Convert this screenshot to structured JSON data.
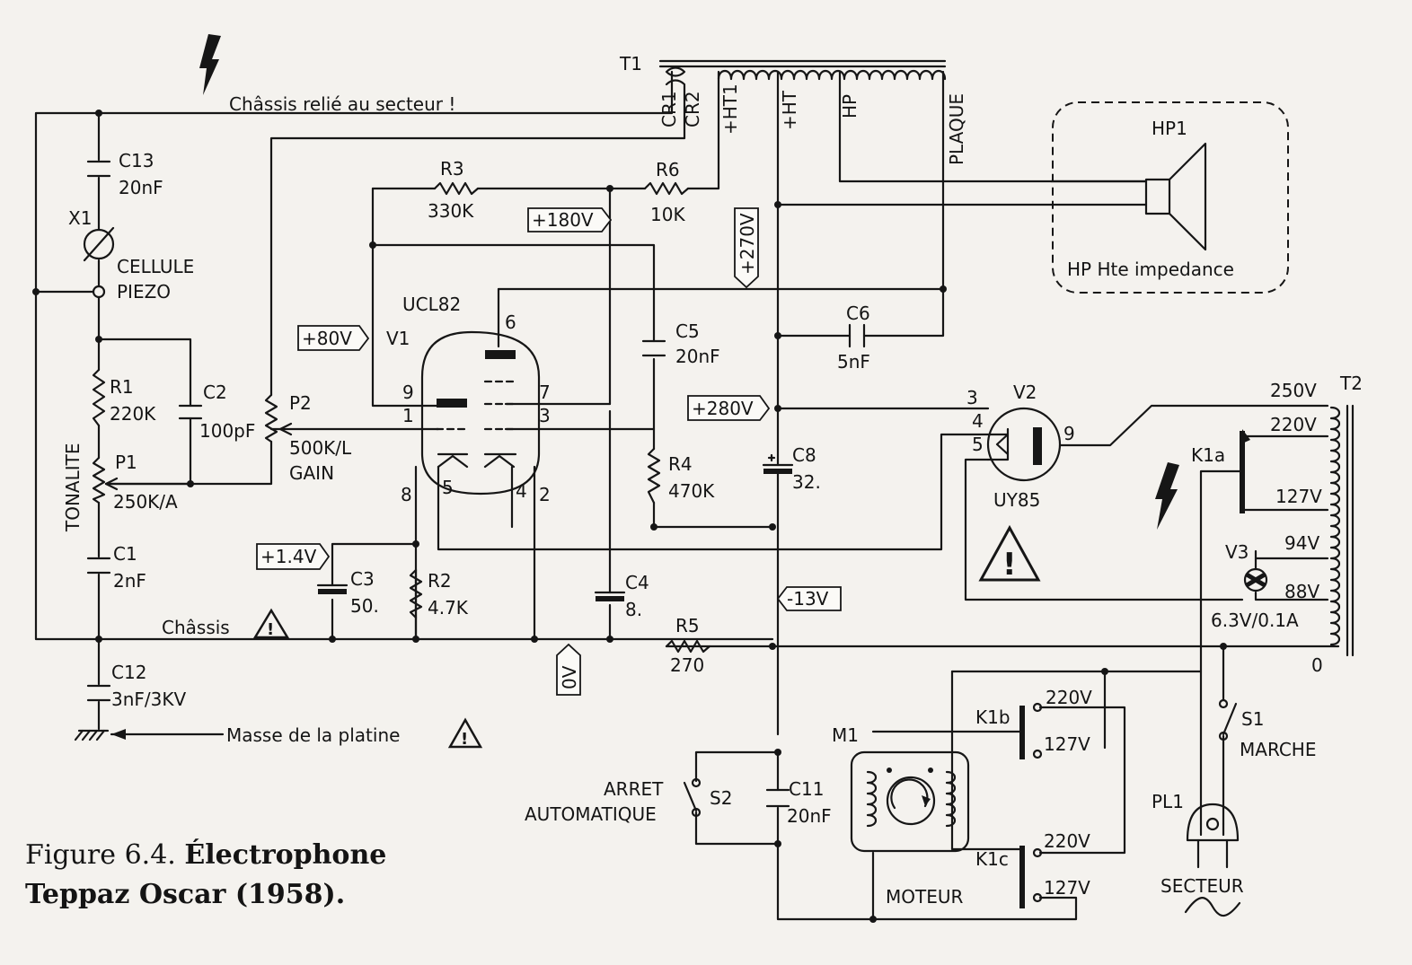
{
  "warnings": {
    "chassis_mains": "Châssis relié au secteur !",
    "chassis": "Châssis",
    "masse": "Masse de la platine"
  },
  "caption": {
    "prefix": "Figure 6.4. ",
    "title_line1": "Électrophone",
    "title_line2": "Teppaz Oscar (1958)."
  },
  "transformers": {
    "t1": {
      "ref": "T1",
      "pins": [
        "CR1",
        "CR2",
        "+HT1",
        "+HT",
        "HP",
        "PLAQUE"
      ]
    },
    "t2": {
      "ref": "T2",
      "taps": [
        "250V",
        "220V",
        "127V",
        "94V",
        "88V",
        "6.3V/0.1A",
        "0"
      ]
    }
  },
  "speaker": {
    "ref": "HP1",
    "label": "HP Hte impedance"
  },
  "cartridge": {
    "ref": "X1",
    "line1": "CELLULE",
    "line2": "PIEZO"
  },
  "tone_label": "TONALITE",
  "tubes": {
    "v1": {
      "ref": "V1",
      "type": "UCL82",
      "pins": [
        "6",
        "9",
        "1",
        "7",
        "3",
        "8",
        "5",
        "4",
        "2"
      ]
    },
    "v2": {
      "ref": "V2",
      "type": "UY85",
      "pins": [
        "3",
        "4",
        "5",
        "9"
      ]
    },
    "v3": {
      "ref": "V3"
    }
  },
  "resistors": [
    {
      "ref": "R1",
      "value": "220K"
    },
    {
      "ref": "R2",
      "value": "4.7K"
    },
    {
      "ref": "R3",
      "value": "330K"
    },
    {
      "ref": "R4",
      "value": "470K"
    },
    {
      "ref": "R5",
      "value": "270"
    },
    {
      "ref": "R6",
      "value": "10K"
    }
  ],
  "pots": [
    {
      "ref": "P1",
      "value": "250K/A"
    },
    {
      "ref": "P2",
      "value": "500K/L",
      "extra": "GAIN"
    }
  ],
  "capacitors": [
    {
      "ref": "C1",
      "value": "2nF"
    },
    {
      "ref": "C2",
      "value": "100pF"
    },
    {
      "ref": "C3",
      "value": "50."
    },
    {
      "ref": "C4",
      "value": "8."
    },
    {
      "ref": "C5",
      "value": "20nF"
    },
    {
      "ref": "C6",
      "value": "5nF"
    },
    {
      "ref": "C8",
      "value": "32."
    },
    {
      "ref": "C11",
      "value": "20nF"
    },
    {
      "ref": "C12",
      "value": "3nF/3KV"
    },
    {
      "ref": "C13",
      "value": "20nF"
    }
  ],
  "voltages": [
    "+180V",
    "+270V",
    "+80V",
    "+280V",
    "+1.4V",
    "-13V",
    "0V"
  ],
  "relay": {
    "k1a": "K1a",
    "k1b": "K1b",
    "k1c": "K1c",
    "v220": "220V",
    "v127": "127V"
  },
  "switches": {
    "s1": {
      "ref": "S1",
      "label": "MARCHE"
    },
    "s2": {
      "ref": "S2",
      "line1": "ARRET",
      "line2": "AUTOMATIQUE"
    }
  },
  "motor": {
    "ref": "M1",
    "label": "MOTEUR"
  },
  "plug": {
    "ref": "PL1",
    "label": "SECTEUR"
  }
}
